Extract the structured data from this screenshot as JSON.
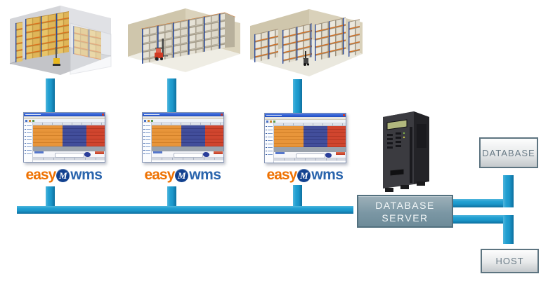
{
  "logo": {
    "easy": "easy",
    "monogram": "M",
    "wms": "wms"
  },
  "db_server_box": {
    "line1": "DATABASE",
    "line2": "SERVER"
  },
  "database_box": {
    "label": "DATABASE"
  },
  "host_box": {
    "label": "HOST"
  },
  "colors": {
    "connector": "#1b96c9",
    "connector_light": "#4fb5dc",
    "connector_dark": "#0d6f9f",
    "logo_orange": "#ee7203",
    "logo_blue": "#2a65ad",
    "logo_badge_blue": "#12418f",
    "db_server_box_bg": "#7b97a4",
    "db_server_box_border": "#52707e",
    "db_server_text": "#f4f8f9",
    "label_box_border": "#5d7480",
    "label_box_text": "#6b7c87",
    "wms_map_orange": "#e8953a",
    "wms_map_navy": "#424e9b",
    "wms_map_red": "#d0452e",
    "wms_titlebar_blue": "#2f5bd0",
    "rack_post_blue": "#2a4a9a",
    "rack_beam_orange": "#dd6e1a",
    "warehouse_wall_tan": "#cfc6ac",
    "warehouse_wall_gray": "#d4d5d9"
  },
  "icons": {
    "warehouse_1": "compact-pallet-racking-warehouse",
    "warehouse_2": "drive-in-racking-warehouse",
    "warehouse_3": "selective-racking-warehouse",
    "server": "tower-server"
  }
}
